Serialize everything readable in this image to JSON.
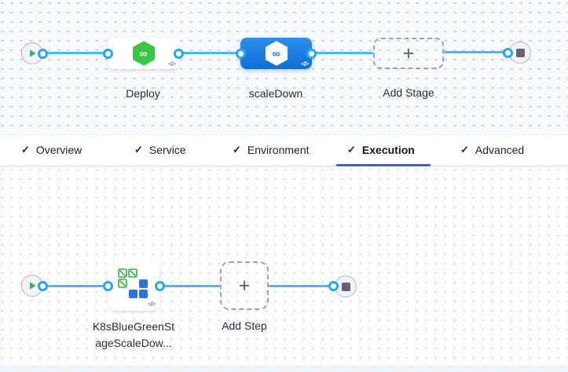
{
  "stage_pipeline": {
    "stages": [
      {
        "label": "Deploy",
        "selected": false,
        "icon": "harness-deploy-hexagon-green"
      },
      {
        "label": "scaleDown",
        "selected": true,
        "icon": "harness-deploy-hexagon-white-on-blue"
      }
    ],
    "add_stage_label": "Add Stage"
  },
  "tabs": {
    "check_glyph": "✓",
    "items": [
      {
        "label": "Overview",
        "checked": true,
        "active": false
      },
      {
        "label": "Service",
        "checked": true,
        "active": false
      },
      {
        "label": "Environment",
        "checked": true,
        "active": false
      },
      {
        "label": "Execution",
        "checked": true,
        "active": true
      },
      {
        "label": "Advanced",
        "checked": true,
        "active": false
      }
    ]
  },
  "execution_graph": {
    "step_label_line1": "K8sBlueGreenSt",
    "step_label_line2": "ageScaleDow...",
    "step_icon": "k8s-blue-green-scale-down",
    "add_step_label": "Add Step"
  },
  "icons": {
    "code_glyph": "</>",
    "plus_glyph": "+",
    "infinity_glyph": "∞"
  },
  "colors": {
    "edge_blue": "#49b8f0",
    "port_ring_blue": "#2aa6e9",
    "selected_stage_blue": "#0d6fd6",
    "tab_underline_blue": "#2a6ace",
    "deploy_icon_green": "#3cc444",
    "k8s_square_green": "#3fa844",
    "k8s_square_blue": "#2b72d9"
  }
}
